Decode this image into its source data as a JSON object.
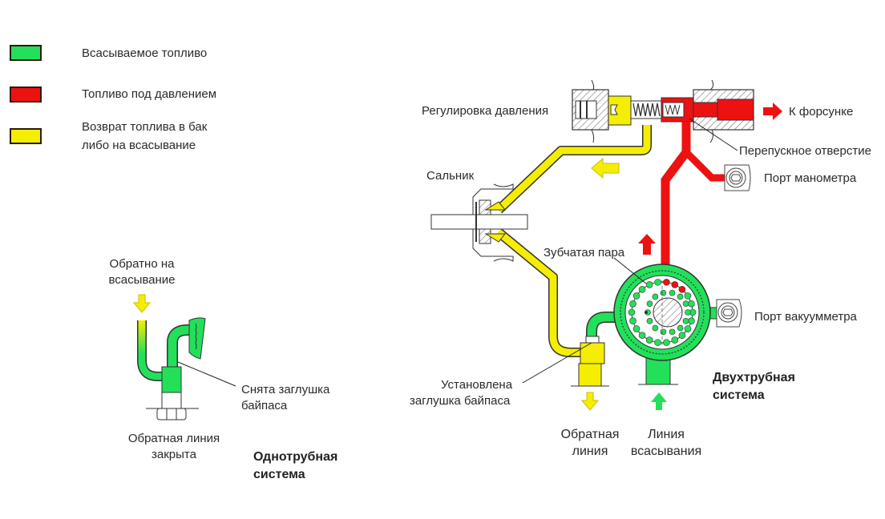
{
  "colors": {
    "suction": "#22e05a",
    "pressure": "#ee1111",
    "return": "#f6ee00",
    "outline": "#2b1a0a"
  },
  "legend": [
    {
      "key": "suction",
      "label": "Всасываемое топливо"
    },
    {
      "key": "pressure",
      "label": "Топливо под давлением"
    },
    {
      "key": "return",
      "label_line1": "Возврат топлива в бак",
      "label_line2": "либо на всасывание"
    }
  ],
  "two_pipe": {
    "title_line1": "Двухтрубная",
    "title_line2": "система",
    "labels": {
      "pressure_adjust": "Регулировка давления",
      "to_nozzle": "К форсунке",
      "bypass_hole": "Перепускное отверстие",
      "gauge_port": "Порт манометра",
      "shaft_seal": "Сальник",
      "gear_set": "Зубчатая пара",
      "vacuum_port": "Порт вакуумметра",
      "bypass_plug_installed_line1": "Установлена",
      "bypass_plug_installed_line2": "заглушка байпаса",
      "return_line_line1": "Обратная",
      "return_line_line2": "линия",
      "suction_line_line1": "Линия",
      "suction_line_line2": "всасывания"
    }
  },
  "one_pipe": {
    "title_line1": "Однотрубная",
    "title_line2": "система",
    "labels": {
      "back_to_suction_line1": "Обратно на",
      "back_to_suction_line2": "всасывание",
      "bypass_plug_removed_line1": "Снята заглушка",
      "bypass_plug_removed_line2": "байпаса",
      "return_closed_line1": "Обратная линия",
      "return_closed_line2": "закрыта"
    }
  }
}
